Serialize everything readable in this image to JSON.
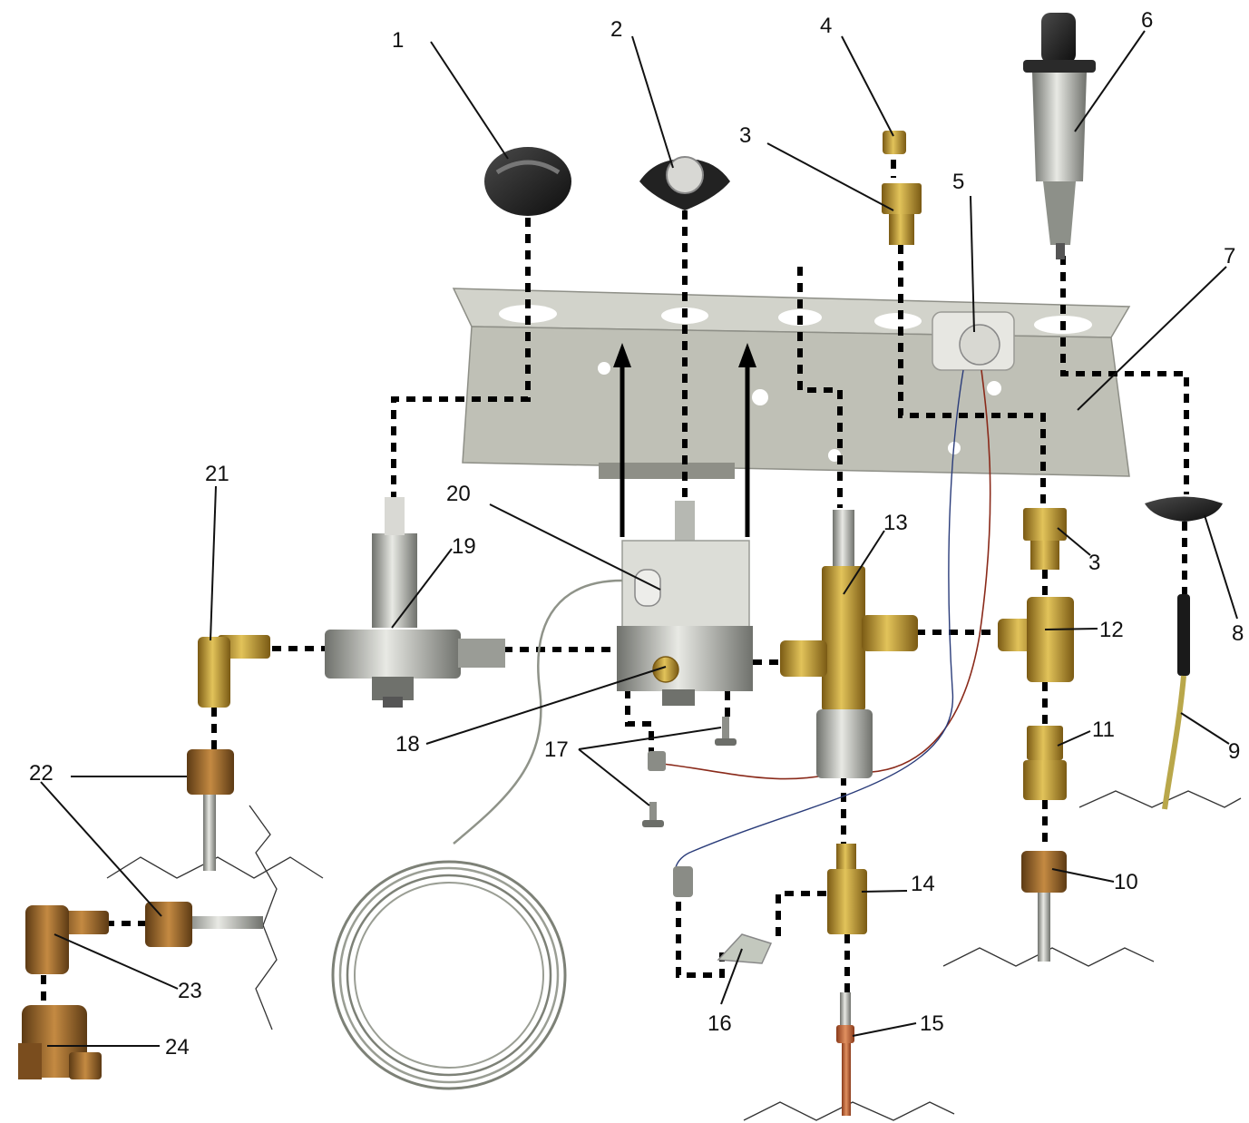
{
  "labels": [
    "1",
    "2",
    "3",
    "4",
    "5",
    "6",
    "7",
    "3",
    "8",
    "9",
    "10",
    "11",
    "12",
    "13",
    "14",
    "15",
    "16",
    "17",
    "18",
    "19",
    "20",
    "21",
    "22",
    "23",
    "24"
  ],
  "colors": {
    "bracket": "#bfc0b6",
    "bracket_shade": "#a4a59b",
    "brass": "#c8a43a",
    "brass_dark": "#8f6f1c",
    "bronze": "#9a6a2e",
    "steel": "#b8bab5",
    "steel_dark": "#7e807b",
    "black_part": "#1e1e1e",
    "leader": "#111111",
    "dashed_line": "#000000"
  },
  "icons": [
    "arrow-up-icon"
  ]
}
